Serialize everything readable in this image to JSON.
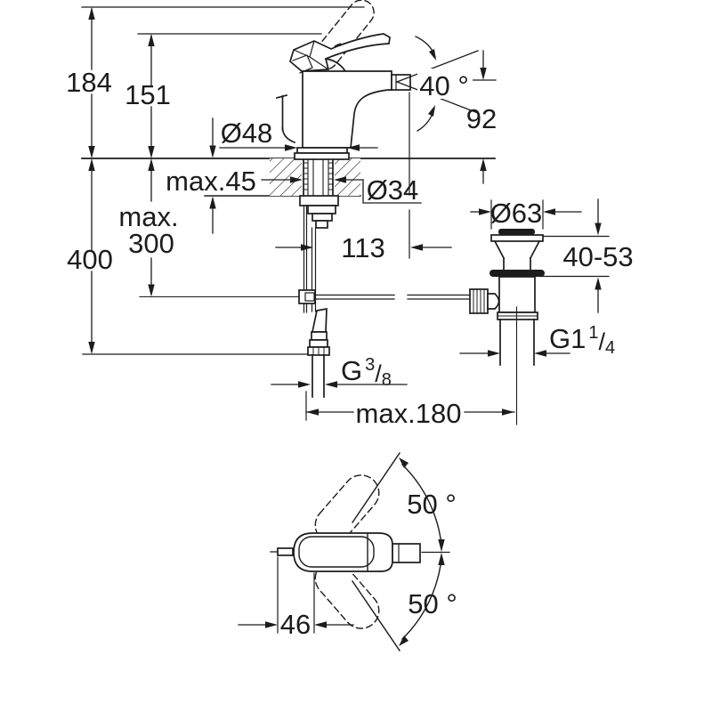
{
  "drawing": {
    "dimensions": {
      "overall_height": "184",
      "spout_height": "151",
      "deck_thickness_max": "max.45",
      "base_diameter": "Ø48",
      "hole_diameter": "Ø34",
      "rod_length_prefix": "max.",
      "rod_length_value": "300",
      "overall_depth": "400",
      "spout_reach": "113",
      "spout_angle": "40 °",
      "outlet_height": "92",
      "waste_flange_diameter": "Ø63",
      "waste_deck_range": "40-53",
      "waste_thread": {
        "main": "G1",
        "sup": "1",
        "slash": "/",
        "sub": "4"
      },
      "supply_thread": {
        "main": "G",
        "sup": "3",
        "slash": "/",
        "sub": "8"
      },
      "max_center_distance": "max.180",
      "handle_rear_offset": "46",
      "handle_swivel_upper": "50 °",
      "handle_swivel_lower": "50 °"
    },
    "colors": {
      "line": "#1c1c1c",
      "background": "#ffffff"
    }
  }
}
